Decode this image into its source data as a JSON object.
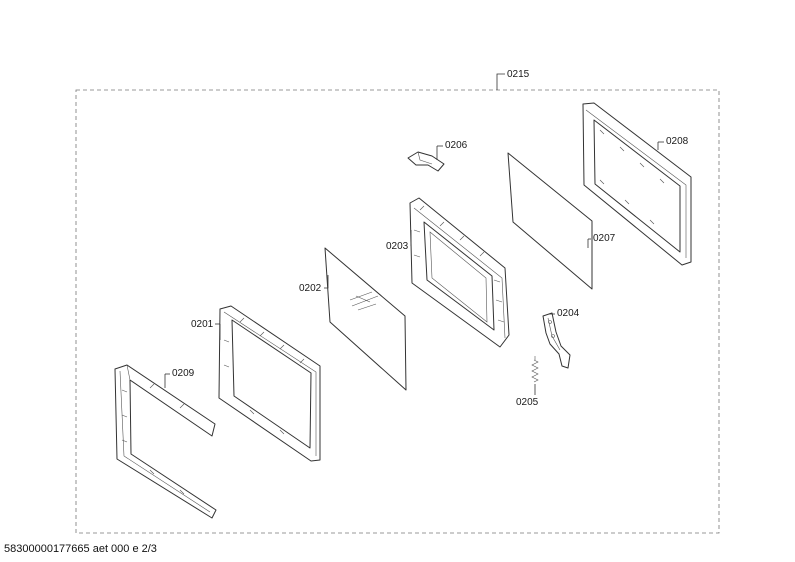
{
  "labels": {
    "p0215": "0215",
    "p0206": "0206",
    "p0208": "0208",
    "p0203": "0203",
    "p0207": "0207",
    "p0202": "0202",
    "p0201": "0201",
    "p0204": "0204",
    "p0209": "0209",
    "p0205": "0205"
  },
  "footer": "58300000177665 aet 000 e 2/3"
}
